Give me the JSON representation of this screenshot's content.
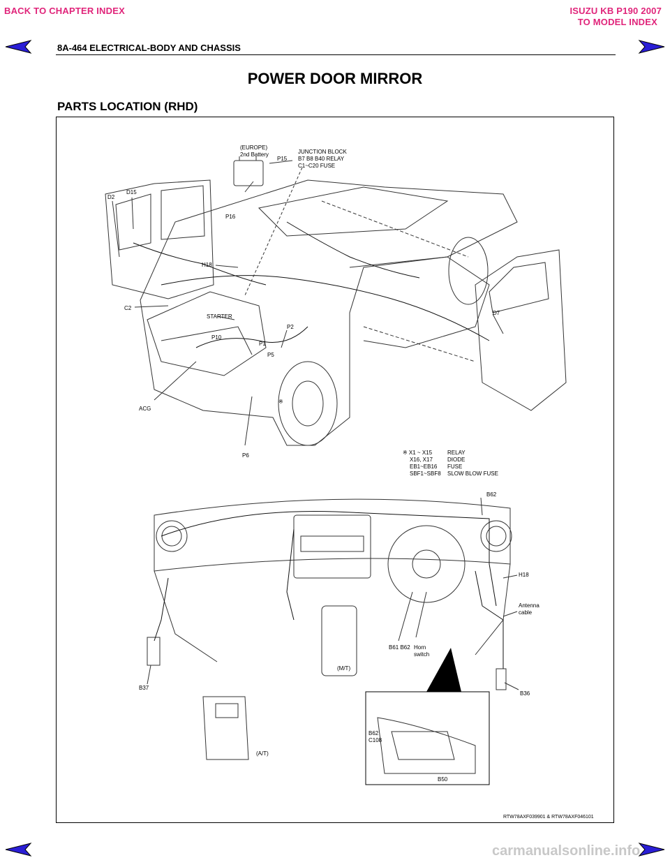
{
  "nav": {
    "back_to_chapter": "BACK TO CHAPTER INDEX",
    "model_title": "ISUZU KB P190 2007",
    "to_model_index": "TO MODEL INDEX",
    "arrow_icon": "arrow-icon"
  },
  "header": {
    "section": "8A-464  ELECTRICAL-BODY AND CHASSIS"
  },
  "page": {
    "title": "POWER DOOR MIRROR",
    "subtitle": "PARTS LOCATION (RHD)"
  },
  "figure": {
    "labels_top": {
      "europe": "(EUROPE)",
      "battery": "2nd Battery",
      "p15": "P15",
      "jb1": "JUNCTION BLOCK",
      "jb2": "B7 B8 B40 RELAY",
      "jb3": "C1~C20 FUSE",
      "p16": "P16",
      "d15": "D15",
      "d2": "D2",
      "h18": "H18",
      "c2": "C2",
      "starter": "STARTER",
      "p10": "P10",
      "p1": "P1",
      "p2": "P2",
      "p5": "P5",
      "acg": "ACG",
      "p6": "P6",
      "d7": "D7",
      "star": "※"
    },
    "legend": [
      {
        "code": "※ X1 ~ X15",
        "desc": "RELAY"
      },
      {
        "code": "X16, X17",
        "desc": "DIODE"
      },
      {
        "code": "EB1~EB16",
        "desc": "FUSE"
      },
      {
        "code": "SBF1~SBF8",
        "desc": "SLOW BLOW FUSE"
      }
    ],
    "labels_bottom": {
      "b62": "B62",
      "h18": "H18",
      "antenna": "Antenna",
      "cable": "cable",
      "b36": "B36",
      "b37": "B37",
      "b61": "B61 B62",
      "horn": "Horn",
      "switch": "switch",
      "mt": "(M/T)",
      "at": "(A/T)",
      "b62b": "B62",
      "c108": "C108",
      "b50": "B50"
    },
    "caption": "RTW78AXF039901 & RTW78AXF046101"
  },
  "watermark": "carmanualsonline.info"
}
